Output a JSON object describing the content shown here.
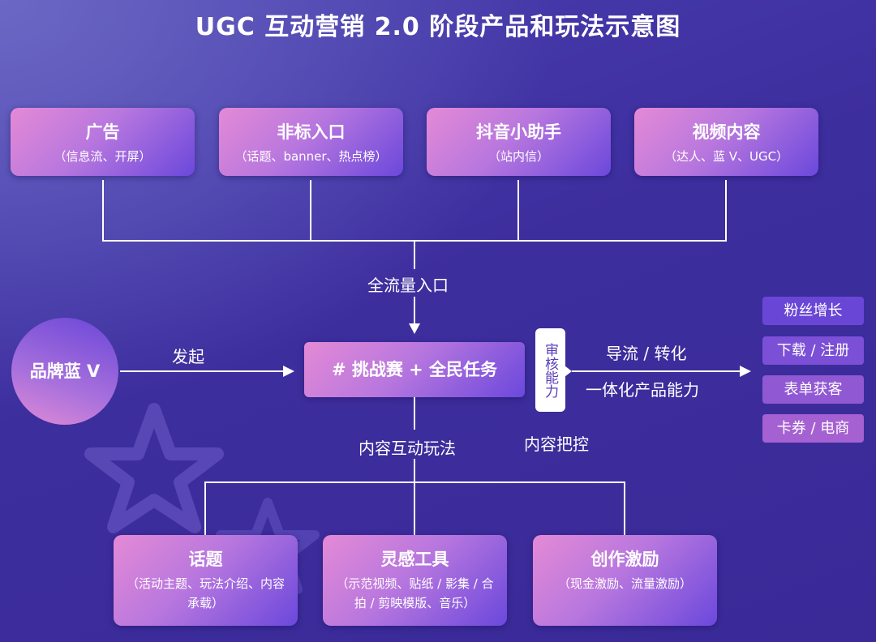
{
  "title": "UGC 互动营销 2.0 阶段产品和玩法示意图",
  "top_boxes": [
    {
      "title": "广告",
      "sub": "（信息流、开屏）"
    },
    {
      "title": "非标入口",
      "sub": "（话题、banner、热点榜）"
    },
    {
      "title": "抖音小助手",
      "sub": "（站内信）"
    },
    {
      "title": "视频内容",
      "sub": "（达人、蓝 V、UGC）"
    }
  ],
  "traffic_label": "全流量入口",
  "brand": "品牌蓝 V",
  "initiate_label": "发起",
  "center_box": "# 挑战赛 + 全民任务",
  "audit": "审核能力",
  "guide_label": "导流 / 转化",
  "product_label": "一体化产品能力",
  "control_label": "内容把控",
  "content_label": "内容互动玩法",
  "outcomes": [
    "粉丝增长",
    "下载 / 注册",
    "表单获客",
    "卡券 / 电商"
  ],
  "bottom_boxes": [
    {
      "title": "话题",
      "sub": "（活动主题、玩法介绍、内容承载）"
    },
    {
      "title": "灵感工具",
      "sub": "（示范视频、贴纸 / 影集 / 合拍 / 剪映模版、音乐）"
    },
    {
      "title": "创作激励",
      "sub": "（现金激励、流量激励）"
    }
  ],
  "colors": {
    "box_start": "#e48ad6",
    "box_end": "#6b48dc"
  }
}
